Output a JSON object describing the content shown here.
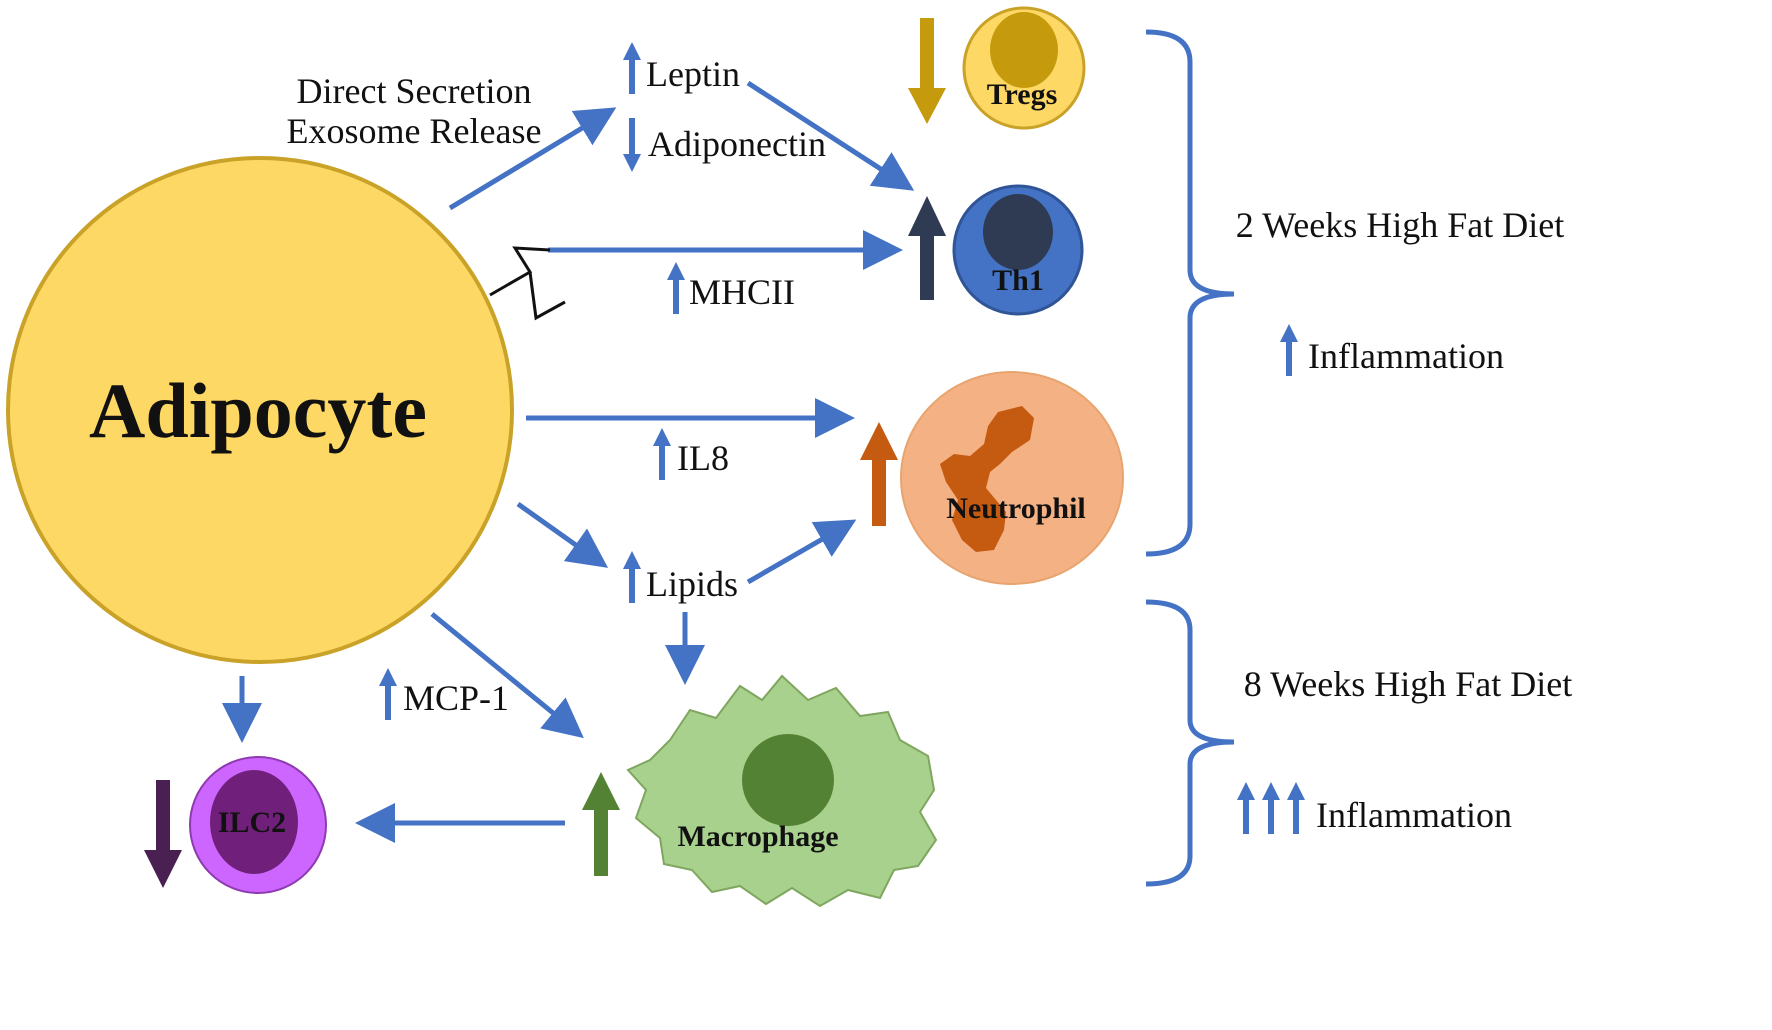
{
  "labels": {
    "adipocyte": "Adipocyte",
    "direct_secretion": "Direct Secretion",
    "exosome_release": "Exosome Release",
    "leptin": "Leptin",
    "adiponectin": "Adiponectin",
    "mhcii": "MHCII",
    "il8": "IL8",
    "lipids": "Lipids",
    "mcp1": "MCP-1",
    "tregs": "Tregs",
    "th1": "Th1",
    "neutrophil": "Neutrophil",
    "macrophage": "Macrophage",
    "ilc2": "ILC2",
    "two_weeks": "2 Weeks High Fat Diet",
    "inflammation_2w": "Inflammation",
    "eight_weeks": "8 Weeks High Fat Diet",
    "inflammation_8w": "Inflammation"
  },
  "colors": {
    "adipocyte_fill": "#FDD865",
    "adipocyte_stroke": "#C9A227",
    "arrow_blue": "#4472C4",
    "tregs_fill": "#FDD865",
    "tregs_nucleus": "#C59A0C",
    "th1_fill": "#4472C4",
    "th1_nucleus": "#2F3B52",
    "neutrophil_fill": "#F4B183",
    "neutrophil_nucleus": "#C55A11",
    "macrophage_fill": "#A9D18E",
    "macrophage_nucleus": "#548235",
    "ilc2_fill": "#CC66FF",
    "ilc2_nucleus": "#70207A"
  },
  "icons": {
    "up_arrow": "up-arrow-icon",
    "down_arrow": "down-arrow-icon",
    "inhibition_bracket": "inhibition-icon",
    "curly_brace": "curly-brace-icon"
  }
}
